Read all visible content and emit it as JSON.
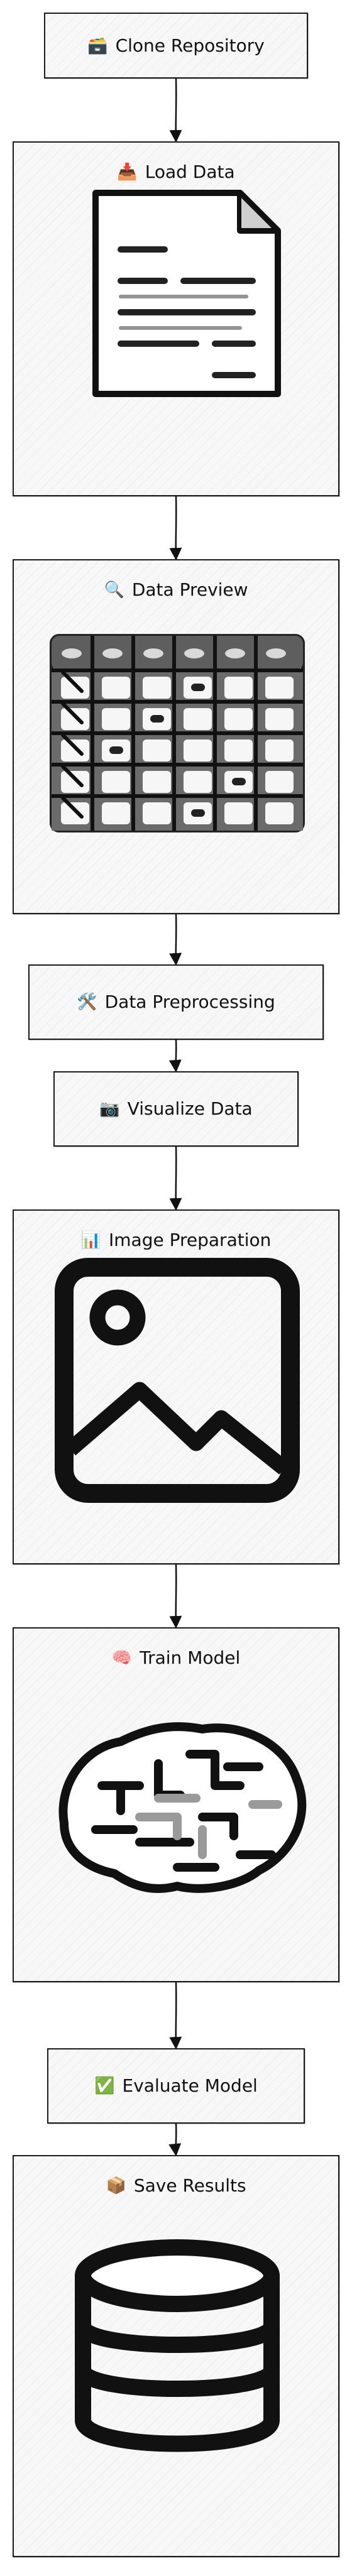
{
  "nodes": [
    {
      "id": "clone",
      "label": "Clone Repository",
      "icon": "🗃️"
    },
    {
      "id": "load",
      "label": "Load Data",
      "icon": "📥"
    },
    {
      "id": "preview",
      "label": "Data Preview",
      "icon": "🔍"
    },
    {
      "id": "preprocess",
      "label": "Data Preprocessing",
      "icon": "🛠️"
    },
    {
      "id": "visualize",
      "label": "Visualize Data",
      "icon": "📷"
    },
    {
      "id": "image",
      "label": "Image Preparation",
      "icon": "📊"
    },
    {
      "id": "train",
      "label": "Train Model",
      "icon": "🧠"
    },
    {
      "id": "evaluate",
      "label": "Evaluate Model",
      "icon": "✅"
    },
    {
      "id": "save",
      "label": "Save Results",
      "icon": "📦"
    }
  ],
  "illustrations": {
    "load": "document-icon",
    "preview": "table-icon",
    "image": "image-icon",
    "train": "brain-icon",
    "save": "database-icon"
  }
}
